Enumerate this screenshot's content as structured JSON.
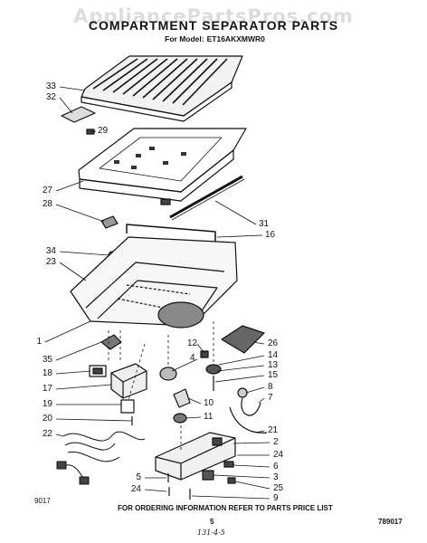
{
  "watermark": "AppliancePartsPros.com",
  "header": {
    "title": "COMPARTMENT SEPARATOR PARTS",
    "model_label": "For Model:",
    "model_number": "ET16AKXMWR0"
  },
  "callouts": {
    "c33": "33",
    "c32": "32",
    "c29": "29",
    "c27": "27",
    "c28": "28",
    "c31": "31",
    "c16": "16",
    "c34": "34",
    "c23": "23",
    "c1": "1",
    "c35": "35",
    "c18": "18",
    "c17": "17",
    "c19": "19",
    "c20": "20",
    "c22": "22",
    "c12": "12",
    "c4": "4",
    "c26": "26",
    "c14": "14",
    "c13": "13",
    "c15": "15",
    "c8": "8",
    "c7": "7",
    "c10": "10",
    "c11": "11",
    "c21": "21",
    "c2": "2",
    "c24a": "24",
    "c6": "6",
    "c3": "3",
    "c25": "25",
    "c9": "9",
    "c5": "5",
    "c24b": "24"
  },
  "code_left": "9017",
  "footer": {
    "note": "FOR ORDERING INFORMATION REFER TO PARTS PRICE LIST",
    "page": "5",
    "doc_number": "789017",
    "handwriting": "131-4-5"
  }
}
